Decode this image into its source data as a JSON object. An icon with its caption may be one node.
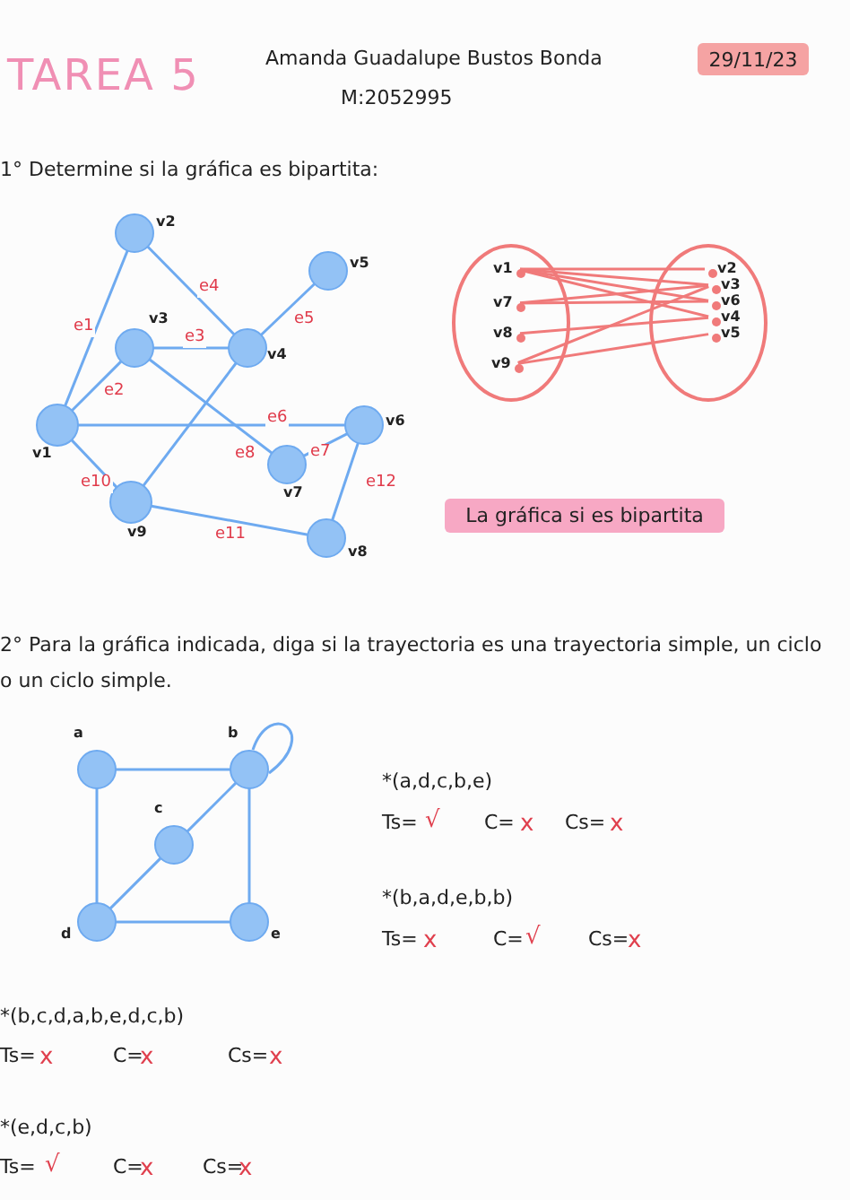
{
  "diagram": {
    "title": "TAREA 5",
    "nodes": [
      {
        "text": [
          "29/11/23"
        ]
      },
      {
        "text": [],
        "shape": "circle",
        "beside": [
          "v2"
        ]
      },
      {
        "text": [],
        "shape": "circle",
        "beside": [
          "v5"
        ]
      },
      {
        "text": [],
        "shape": "circle",
        "beside": [
          "v3"
        ]
      },
      {
        "text": [],
        "shape": "circle",
        "beside": [
          "v4"
        ]
      },
      {
        "text": [],
        "shape": "circle",
        "beside": [
          "v1"
        ]
      },
      {
        "text": [],
        "shape": "circle",
        "beside": [
          "v6"
        ]
      },
      {
        "text": [],
        "shape": "circle",
        "beside": [
          "v7"
        ]
      },
      {
        "text": [],
        "shape": "circle",
        "beside": [
          "v9"
        ]
      },
      {
        "text": [],
        "shape": "circle",
        "beside": [
          "v8"
        ]
      },
      {
        "text": [],
        "shape": "ellipse"
      },
      {
        "text": [],
        "shape": "ellipse"
      },
      {
        "text": [],
        "shape": "dot",
        "in": 10,
        "beside": [
          "v1"
        ]
      },
      {
        "text": [],
        "shape": "dot",
        "in": 10,
        "beside": [
          "v7"
        ]
      },
      {
        "text": [],
        "shape": "dot",
        "in": 10,
        "beside": [
          "v8"
        ]
      },
      {
        "text": [],
        "shape": "dot",
        "in": 10,
        "beside": [
          "v9"
        ]
      },
      {
        "text": [],
        "shape": "dot",
        "in": 11,
        "beside": [
          "v2"
        ]
      },
      {
        "text": [],
        "shape": "dot",
        "in": 11,
        "beside": [
          "v3"
        ]
      },
      {
        "text": [],
        "shape": "dot",
        "in": 11,
        "beside": [
          "v6"
        ]
      },
      {
        "text": [],
        "shape": "dot",
        "in": 11,
        "beside": [
          "v4"
        ]
      },
      {
        "text": [],
        "shape": "dot",
        "in": 11,
        "beside": [
          "v5"
        ]
      },
      {
        "text": [
          "La gráfica si es bipartita"
        ]
      },
      {
        "text": [],
        "shape": "circle",
        "beside": [
          "a"
        ]
      },
      {
        "text": [],
        "shape": "circle",
        "beside": [
          "b"
        ]
      },
      {
        "text": [],
        "shape": "circle",
        "beside": [
          "c"
        ]
      },
      {
        "text": [],
        "shape": "circle",
        "beside": [
          "d"
        ]
      },
      {
        "text": [],
        "shape": "circle",
        "beside": [
          "e"
        ]
      }
    ],
    "edges": [
      {
        "from": 5,
        "to": 1,
        "arrow": "none",
        "label": "e1"
      },
      {
        "from": 5,
        "to": 3,
        "arrow": "none",
        "label": "e2"
      },
      {
        "from": 3,
        "to": 4,
        "arrow": "none",
        "label": "e3"
      },
      {
        "from": 1,
        "to": 4,
        "arrow": "none",
        "label": "e4"
      },
      {
        "from": 4,
        "to": 2,
        "arrow": "none",
        "label": "e5"
      },
      {
        "from": 5,
        "to": 6,
        "arrow": "none",
        "label": "e6"
      },
      {
        "from": 7,
        "to": 6,
        "arrow": "none",
        "label": "e7"
      },
      {
        "from": 3,
        "to": 7,
        "arrow": "none",
        "label": "e8"
      },
      {
        "from": 8,
        "to": 4,
        "arrow": "none"
      },
      {
        "from": 5,
        "to": 8,
        "arrow": "none",
        "label": "e10"
      },
      {
        "from": 8,
        "to": 9,
        "arrow": "none",
        "label": "e11"
      },
      {
        "from": 6,
        "to": 9,
        "arrow": "none",
        "label": "e12"
      },
      {
        "from": 12,
        "to": 16,
        "arrow": "none",
        "color": "#f07a7a"
      },
      {
        "from": 12,
        "to": 17,
        "arrow": "none",
        "color": "#f07a7a"
      },
      {
        "from": 12,
        "to": 18,
        "arrow": "none",
        "color": "#f07a7a"
      },
      {
        "from": 12,
        "to": 19,
        "arrow": "none",
        "color": "#f07a7a"
      },
      {
        "from": 13,
        "to": 17,
        "arrow": "none",
        "color": "#f07a7a"
      },
      {
        "from": 13,
        "to": 18,
        "arrow": "none",
        "color": "#f07a7a"
      },
      {
        "from": 14,
        "to": 19,
        "arrow": "none",
        "color": "#f07a7a"
      },
      {
        "from": 15,
        "to": 17,
        "arrow": "none",
        "color": "#f07a7a"
      },
      {
        "from": 15,
        "to": 20,
        "arrow": "none",
        "color": "#f07a7a"
      },
      {
        "from": 22,
        "to": 23,
        "arrow": "none"
      },
      {
        "from": 22,
        "to": 25,
        "arrow": "none"
      },
      {
        "from": 23,
        "to": 24,
        "arrow": "none"
      },
      {
        "from": 24,
        "to": 25,
        "arrow": "none"
      },
      {
        "from": 25,
        "to": 26,
        "arrow": "none"
      },
      {
        "from": 23,
        "to": 26,
        "arrow": "none"
      },
      {
        "from": 23,
        "to": 23,
        "arrow": "none"
      }
    ],
    "labels": [
      "Amanda Guadalupe Bustos Bonda",
      "M:2052995",
      "1° Determine si la gráfica es bipartita:",
      "2° Para la gráfica indicada, diga si la trayectoria es una trayectoria simple, un ciclo o un ciclo simple.",
      "*(a,d,c,b,e)",
      "Ts=",
      "√",
      "C=",
      "x",
      "Cs=",
      "x",
      "*(b,a,d,e,b,b)",
      "Ts=",
      "x",
      "C=",
      "√",
      "Cs=",
      "x",
      "*(b,c,d,a,b,e,d,c,b)",
      "Ts=",
      "x",
      "C=",
      "x",
      "Cs=",
      "x",
      "*(e,d,c,b)",
      "Ts=",
      "√",
      "C=",
      "x",
      "Cs=",
      "x"
    ]
  }
}
